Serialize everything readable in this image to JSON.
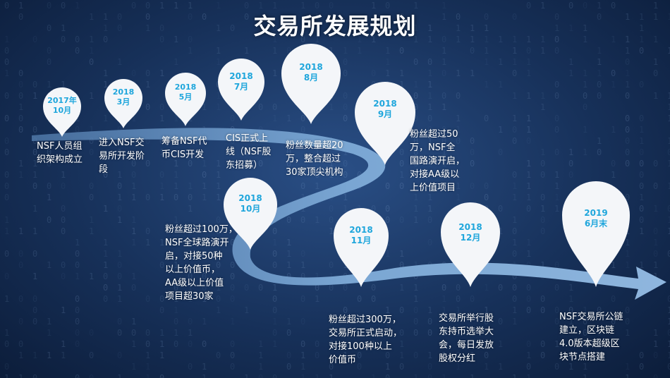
{
  "title": "交易所发展规划",
  "milestones": [
    {
      "year": "2017年",
      "month": "10月",
      "desc": [
        "NSF人员组",
        "织架构成立"
      ]
    },
    {
      "year": "2018",
      "month": "3月",
      "desc": [
        "进入NSF交",
        "易所开发阶",
        "段"
      ]
    },
    {
      "year": "2018",
      "month": "5月",
      "desc": [
        "筹备NSF代",
        "币CIS开发"
      ]
    },
    {
      "year": "2018",
      "month": "7月",
      "desc": [
        "CIS正式上",
        "线（NSF股",
        "东招募）"
      ]
    },
    {
      "year": "2018",
      "month": "8月",
      "desc": [
        "粉丝数量超20",
        "万，整合超过",
        "30家顶尖机构"
      ]
    },
    {
      "year": "2018",
      "month": "9月",
      "desc": [
        "粉丝超过50",
        "万，NSF全",
        "国路演开启，",
        "对接AA级以",
        "上价值项目"
      ]
    },
    {
      "year": "2018",
      "month": "10月",
      "desc": [
        "粉丝超过100万，",
        "NSF全球路演开",
        "启，对接50种",
        "以上价值币，",
        "AA级以上价值",
        "项目超30家"
      ]
    },
    {
      "year": "2018",
      "month": "11月",
      "desc": [
        "粉丝超过300万，",
        "交易所正式启动，",
        "对接100种以上",
        "价值币"
      ]
    },
    {
      "year": "2018",
      "month": "12月",
      "desc": [
        "交易所举行股",
        "东持币选举大",
        "会，每日发放",
        "股权分红"
      ]
    },
    {
      "year": "2019",
      "month": "6月末",
      "desc": [
        "NSF交易所公链",
        "建立，区块链",
        "4.0版本超级区",
        "块节点搭建"
      ]
    }
  ],
  "colors": {
    "pin_text": "#1fa6dc",
    "road": "#6f9cc9",
    "pin_fill": "#f4f6f9"
  },
  "icons": [
    "map-pin-icon",
    "timeline-arrow-icon"
  ]
}
